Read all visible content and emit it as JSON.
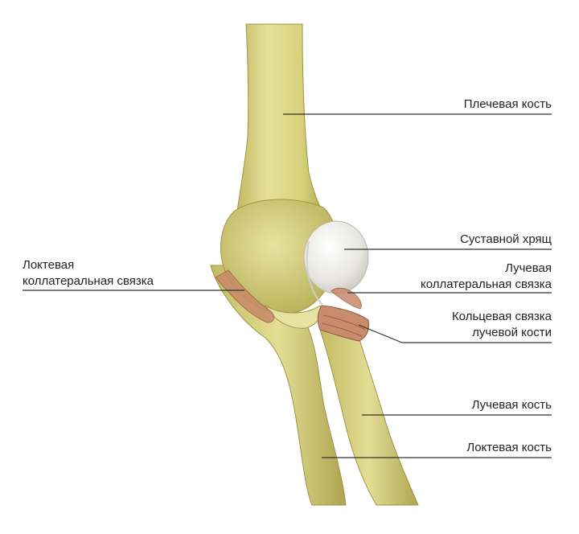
{
  "colors": {
    "bone": "#d9d27f",
    "bone_shadow": "#b4ac55",
    "bone_highlight": "#ece7a8",
    "cartilage": "#ecebe6",
    "ligament": "#c8896a",
    "leader_line": "#333333",
    "label_text": "#222222"
  },
  "labels": {
    "humerus": "Плечевая кость",
    "articular_cartilage": "Суставной хрящ",
    "radial_collateral_1": "Лучевая",
    "radial_collateral_2": "коллатеральная связка",
    "annular_1": "Кольцевая связка",
    "annular_2": "лучевой кости",
    "radius": "Лучевая кость",
    "ulna": "Локтевая кость",
    "ulnar_collateral_1": "Локтевая",
    "ulnar_collateral_2": "коллатеральная связка"
  }
}
